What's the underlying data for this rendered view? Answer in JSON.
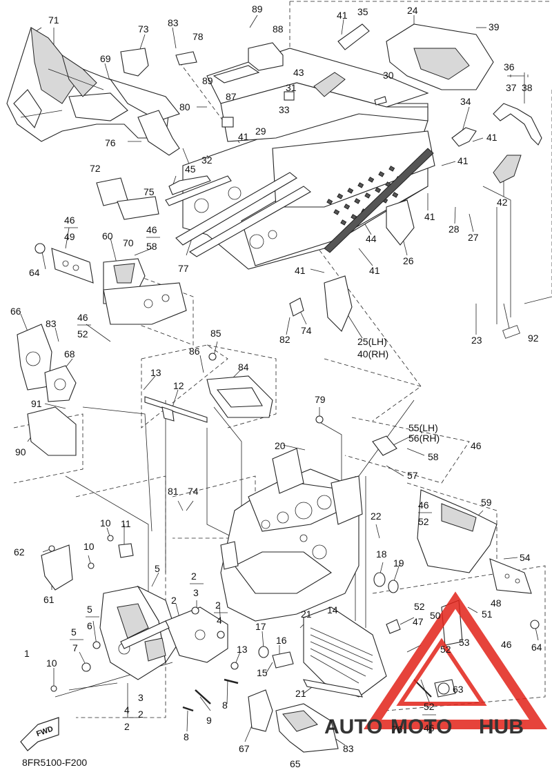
{
  "diagram": {
    "code": "8FR5100-F200",
    "fwd_label": "FWD",
    "labels": {
      "1": "1",
      "2": "2",
      "3": "3",
      "4": "4",
      "5": "5",
      "6": "6",
      "7": "7",
      "8": "8",
      "9": "9",
      "10": "10",
      "11": "11",
      "12": "12",
      "13": "13",
      "14": "14",
      "15": "15",
      "16": "16",
      "17": "17",
      "18": "18",
      "19": "19",
      "20": "20",
      "21": "21",
      "22": "22",
      "23": "23",
      "24": "24",
      "25": "25(LH)",
      "40": "40(RH)",
      "26": "26",
      "27": "27",
      "28": "28",
      "29": "29",
      "30": "30",
      "31": "31",
      "32": "32",
      "33": "33",
      "34": "34",
      "35": "35",
      "36": "36",
      "37": "37",
      "38": "38",
      "39": "39",
      "41": "41",
      "42": "42",
      "43": "43",
      "44": "44",
      "45": "45",
      "46": "46",
      "47": "47",
      "48": "48",
      "49": "49",
      "50": "50",
      "51": "51",
      "52": "52",
      "53": "53",
      "54": "54",
      "55": "55(LH)",
      "56": "56(RH)",
      "57": "57",
      "58": "58",
      "59": "59",
      "60": "60",
      "61": "61",
      "62": "62",
      "63": "63",
      "64": "64",
      "65": "65",
      "66": "66",
      "67": "67",
      "68": "68",
      "69": "69",
      "70": "70",
      "71": "71",
      "72": "72",
      "73": "73",
      "74": "74",
      "75": "75",
      "76": "76",
      "77": "77",
      "78": "78",
      "79": "79",
      "80": "80",
      "81": "81",
      "82": "82",
      "83": "83",
      "84": "84",
      "85": "85",
      "86": "86",
      "87": "87",
      "88": "88",
      "89": "89",
      "90": "90",
      "91": "91",
      "92": "92"
    }
  },
  "watermark": {
    "part1": "AUTO",
    "part2": "MOTO",
    "part3": "HUB",
    "colors": {
      "auto": "#f2b21b",
      "moto": "#e2231a",
      "hub": "#3a3a3a",
      "triangle": "#e2231a"
    }
  }
}
